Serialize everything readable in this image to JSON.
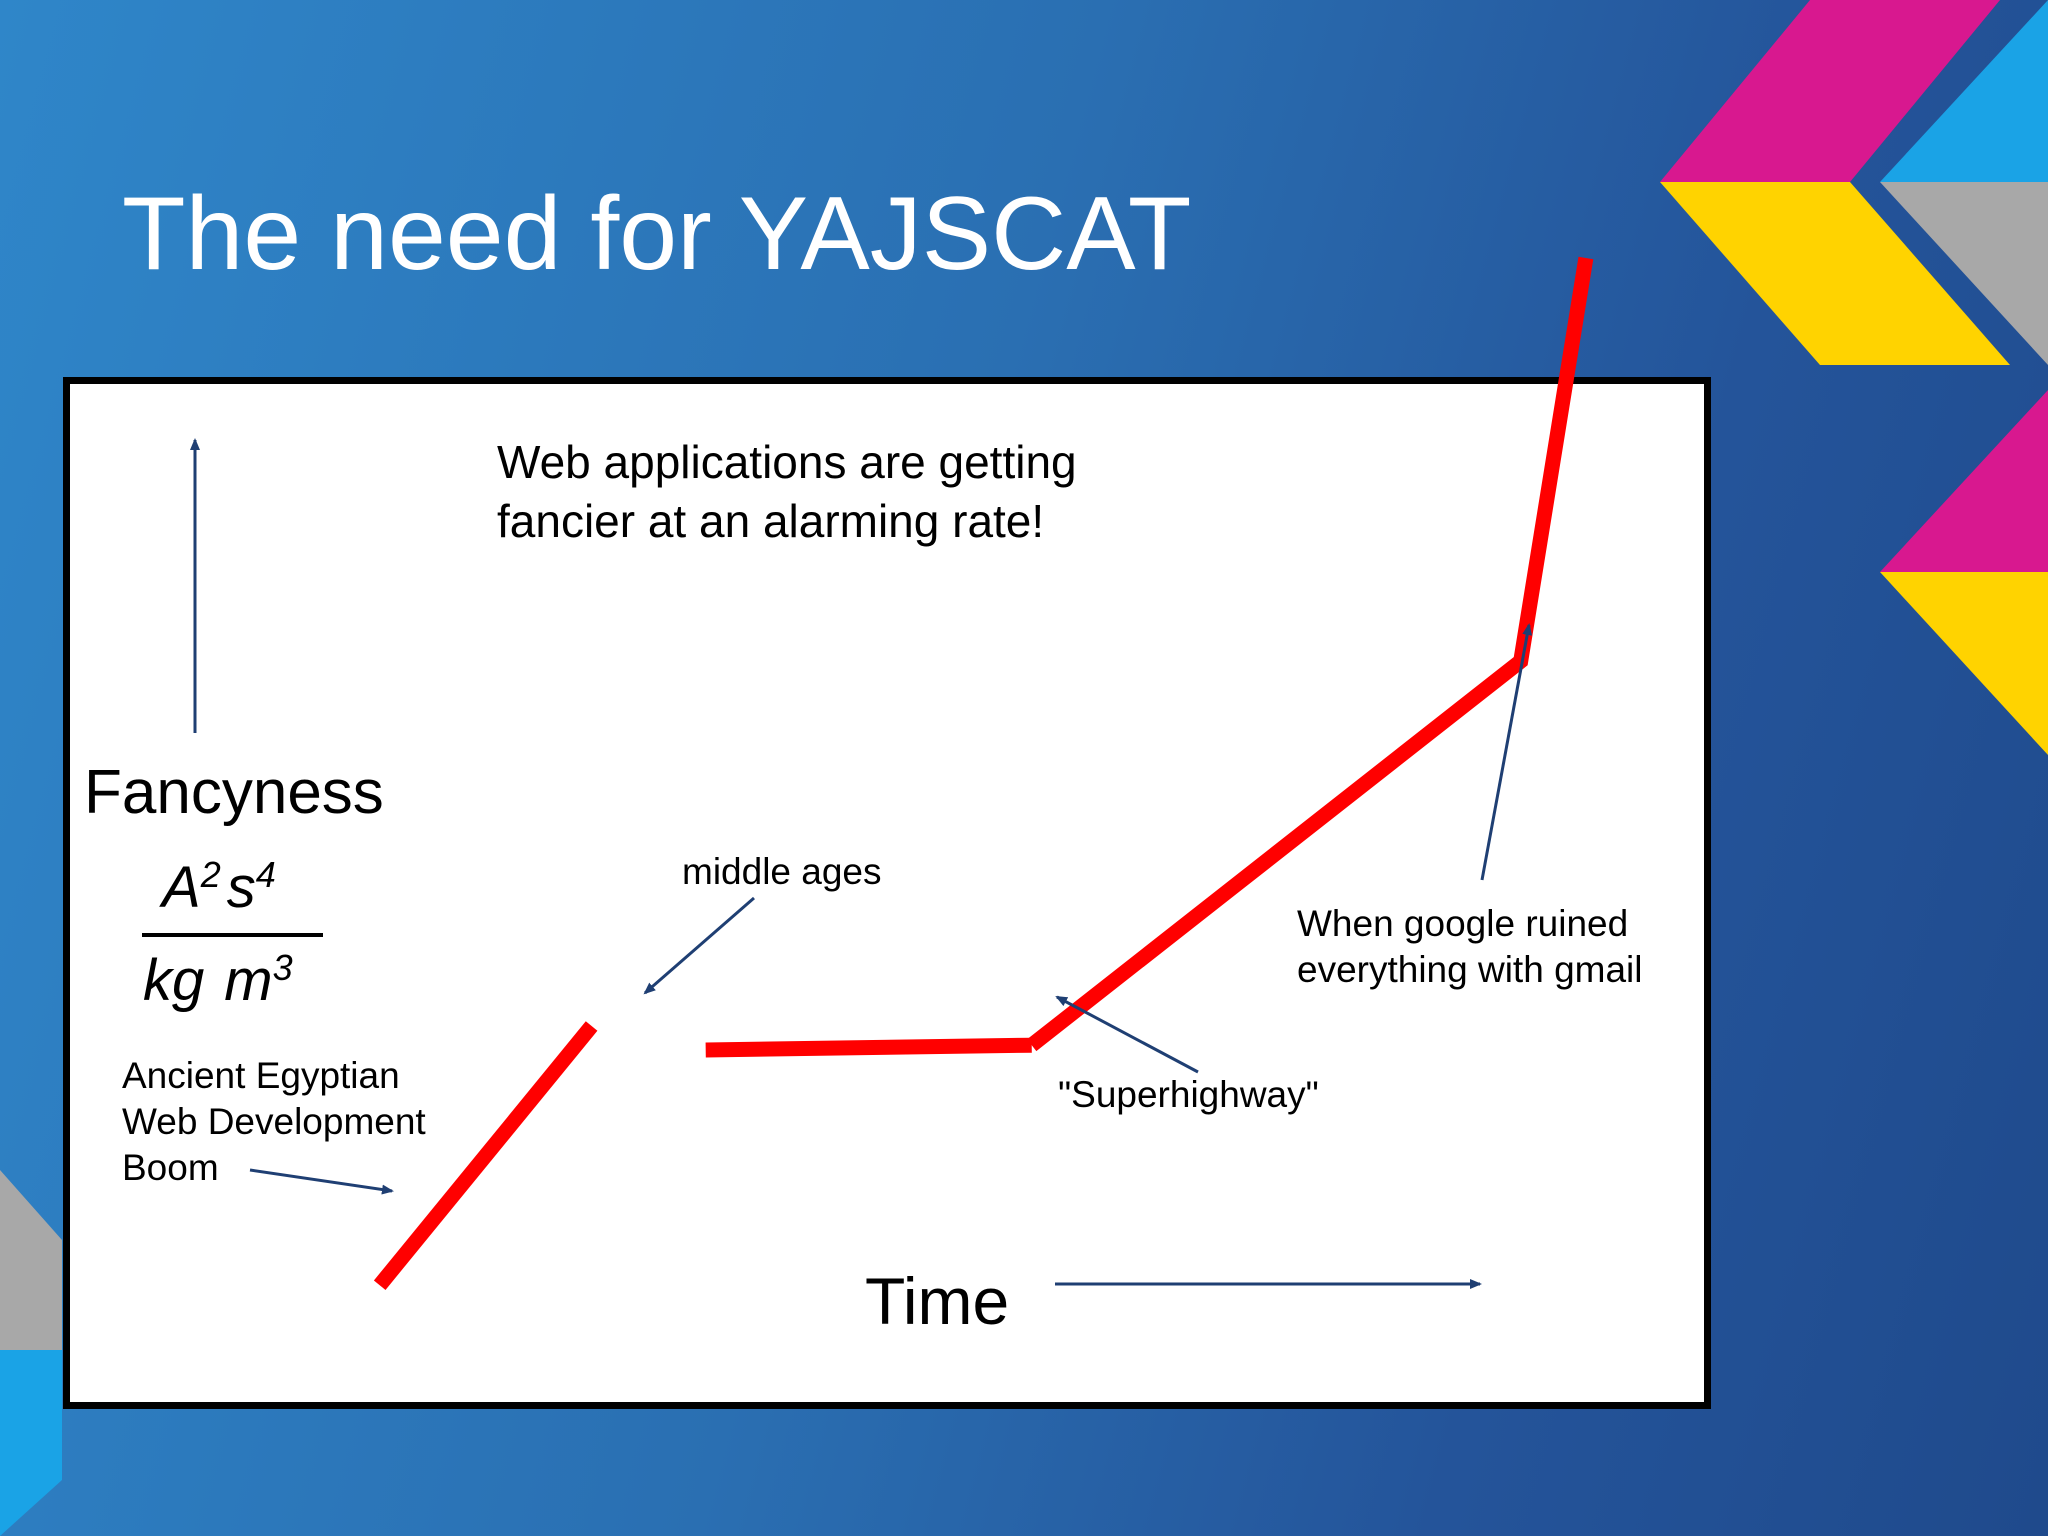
{
  "slide": {
    "title": "The need for YAJSCAT"
  },
  "colors": {
    "background": "#2a6fb2",
    "panel": "#ffffff",
    "line": "#ff0000",
    "arrow": "#1f3f73",
    "deco_magenta": "#d8188f",
    "deco_yellow": "#ffd300",
    "deco_cyan": "#1aa3e6",
    "deco_gray": "#a8a8a8"
  },
  "chart_data": {
    "type": "line",
    "title": "Web applications are getting fancier at an alarming rate!",
    "title_lines": [
      "Web applications are getting",
      "fancier at an alarming rate!"
    ],
    "xlabel": "Time",
    "ylabel": "Fancyness",
    "yunit": {
      "numerator_base1": "A",
      "numerator_exp1": "2",
      "numerator_base2": "s",
      "numerator_exp2": "4",
      "denominator_base1": "kg",
      "denominator_base2": "m",
      "denominator_exp2": "3"
    },
    "grid": false,
    "series": [
      {
        "segments": [
          [
            [
              0.19,
              0.13
            ],
            [
              0.32,
              0.4
            ]
          ],
          [
            [
              0.39,
              0.375
            ],
            [
              0.59,
              0.38
            ]
          ],
          [
            [
              0.59,
              0.38
            ],
            [
              0.89,
              0.78
            ],
            [
              0.93,
              1.2
            ]
          ]
        ]
      }
    ],
    "annotations": [
      {
        "lines": [
          "Ancient Egyptian",
          "Web Development",
          "Boom"
        ]
      },
      {
        "lines": [
          "middle ages"
        ]
      },
      {
        "lines": [
          "\"Superhighway\""
        ]
      },
      {
        "lines": [
          "When google ruined",
          "everything with gmail"
        ]
      }
    ]
  }
}
